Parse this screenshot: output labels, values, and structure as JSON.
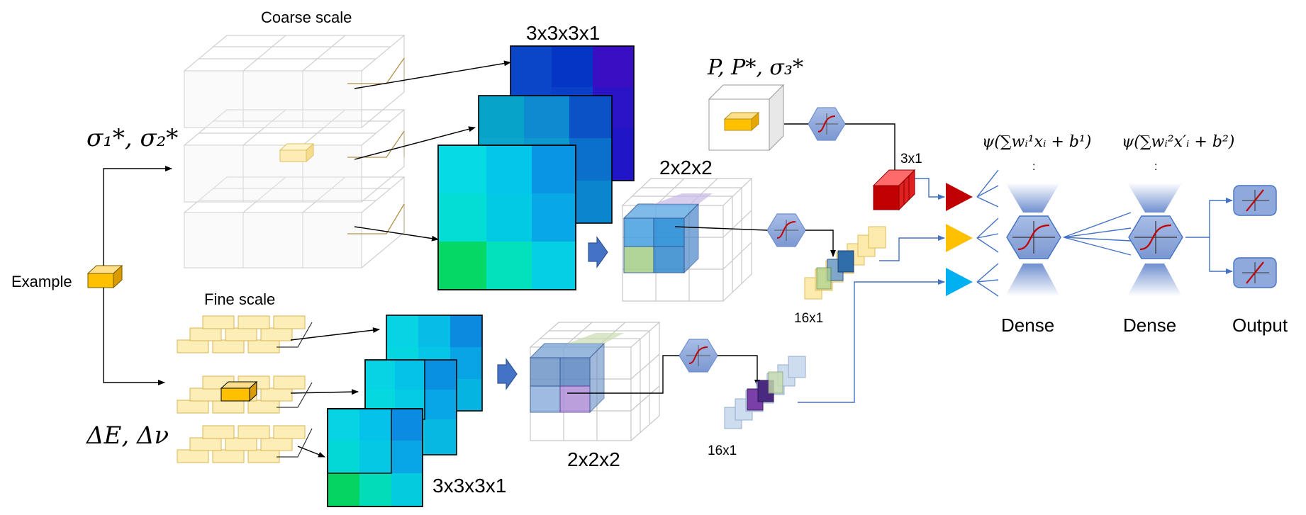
{
  "labels": {
    "coarse_scale": "Coarse scale",
    "fine_scale": "Fine scale",
    "example": "Example",
    "sigma_in": "σ₁*, σ₂*",
    "delta_in": "ΔE, Δν",
    "p_in": "P, P*, σ₃*",
    "dim_3x3x3x1_top": "3x3x3x1",
    "dim_3x3x3x1_bottom": "3x3x3x1",
    "dim_2x2x2_top": "2x2x2",
    "dim_2x2x2_bottom": "2x2x2",
    "dim_3x1": "3x1",
    "dim_16x1_top": "16x1",
    "dim_16x1_bottom": "16x1",
    "dense_1": "Dense",
    "dense_2": "Dense",
    "output": "Output",
    "formula_1": "ψ(∑wᵢ¹xᵢ + b¹)",
    "formula_2": "ψ(∑wᵢ²x′ᵢ + b²)",
    "dots_1": ":",
    "dots_2": ":"
  },
  "colors": {
    "arrow_blue": "#4472c4",
    "gold": "#ffc000",
    "light_gold": "#fde9a6",
    "red_block": "#c00000",
    "hex_fill": "#8fa9dc",
    "triangle_red": "#c00000",
    "triangle_gold": "#ffc000",
    "triangle_cyan": "#00b0f0"
  }
}
